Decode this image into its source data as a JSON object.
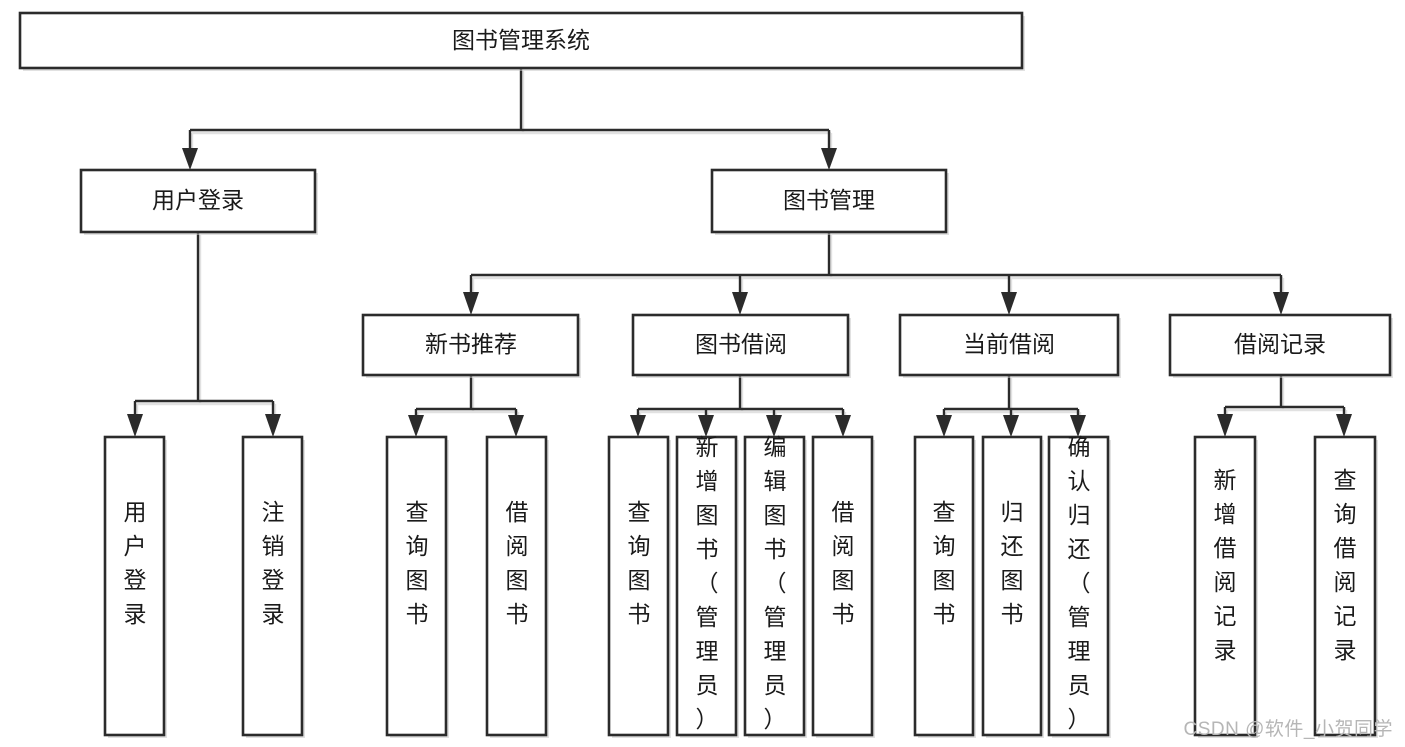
{
  "diagram": {
    "type": "tree-hierarchy",
    "title": "图书管理系统",
    "watermark": "CSDN @软件_小贺同学",
    "levels": 4,
    "nodes": {
      "root": {
        "label": "图书管理系统",
        "orientation": "horizontal"
      },
      "level1": [
        {
          "label": "用户登录",
          "orientation": "horizontal"
        },
        {
          "label": "图书管理",
          "orientation": "horizontal"
        }
      ],
      "level2": [
        {
          "label": "新书推荐",
          "orientation": "horizontal"
        },
        {
          "label": "图书借阅",
          "orientation": "horizontal"
        },
        {
          "label": "当前借阅",
          "orientation": "horizontal"
        },
        {
          "label": "借阅记录",
          "orientation": "horizontal"
        }
      ],
      "leaves": {
        "user_login": [
          {
            "label": "用户登录",
            "orientation": "vertical"
          },
          {
            "label": "注销登录",
            "orientation": "vertical"
          }
        ],
        "new_book_recommend": [
          {
            "label": "查询图书",
            "orientation": "vertical"
          },
          {
            "label": "借阅图书",
            "orientation": "vertical"
          }
        ],
        "book_borrow": [
          {
            "label": "查询图书",
            "orientation": "vertical"
          },
          {
            "label": "新增图书（管理员）",
            "orientation": "vertical"
          },
          {
            "label": "编辑图书（管理员）",
            "orientation": "vertical"
          },
          {
            "label": "借阅图书",
            "orientation": "vertical"
          }
        ],
        "current_borrow": [
          {
            "label": "查询图书",
            "orientation": "vertical"
          },
          {
            "label": "归还图书",
            "orientation": "vertical"
          },
          {
            "label": "确认归还（管理员）",
            "orientation": "vertical"
          }
        ],
        "borrow_record": [
          {
            "label": "新增借阅记录",
            "orientation": "vertical"
          },
          {
            "label": "查询借阅记录",
            "orientation": "vertical"
          }
        ]
      }
    },
    "colors": {
      "box_border": "#2b2b2b",
      "box_fill": "#ffffff",
      "connector": "#2b2b2b",
      "shadow": "#c8c8c8",
      "text": "#1a1a1a",
      "watermark": "#b6b6b6",
      "background": "#ffffff"
    }
  }
}
